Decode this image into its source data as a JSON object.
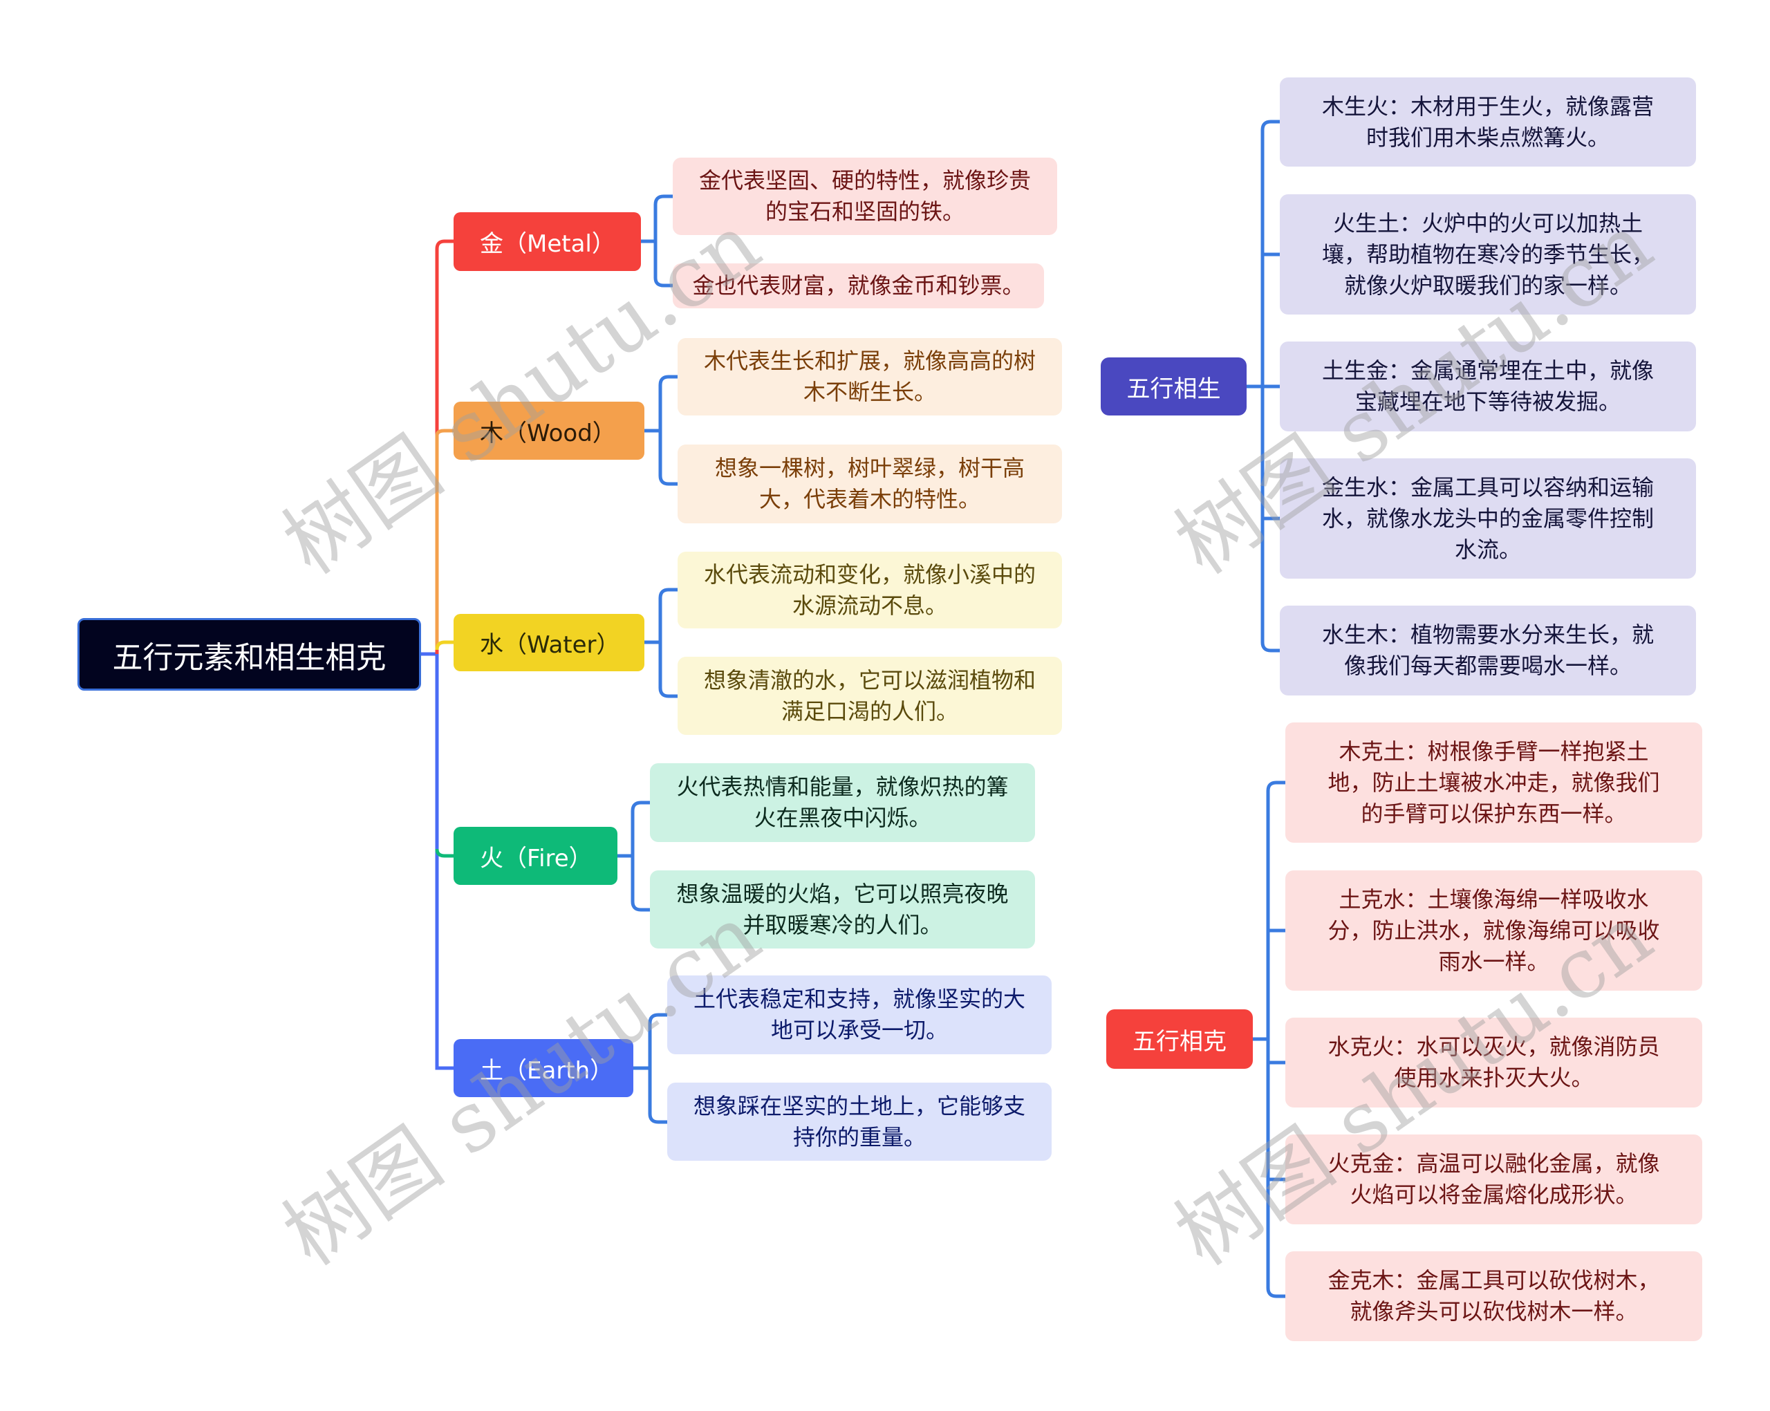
{
  "root": {
    "label": "五行元素和相生相克",
    "bg": "#02041f"
  },
  "branches": [
    {
      "label": "金（Metal）",
      "color": "#f5413c",
      "text_color": "#ffffff",
      "leaf_bg": "#fde0df",
      "leaf_text": "#6b1414",
      "leaves": [
        "金代表坚固、硬的特性，就像珍贵的宝石和坚固的铁。",
        "金也代表财富，就像金币和钞票。"
      ]
    },
    {
      "label": "木（Wood）",
      "color": "#f4a04c",
      "text_color": "#2a1a08",
      "leaf_bg": "#fdeedf",
      "leaf_text": "#7a3e08",
      "leaves": [
        "木代表生长和扩展，就像高高的树木不断生长。",
        "想象一棵树，树叶翠绿，树干高大，代表着木的特性。"
      ]
    },
    {
      "label": "水（Water）",
      "color": "#f2d323",
      "text_color": "#2a2a08",
      "leaf_bg": "#fcf7d6",
      "leaf_text": "#5a4a0c",
      "leaves": [
        "水代表流动和变化，就像小溪中的水源流动不息。",
        "想象清澈的水，它可以滋润植物和满足口渴的人们。"
      ]
    },
    {
      "label": "火（Fire）",
      "color": "#0eba78",
      "text_color": "#ffffff",
      "leaf_bg": "#ccf2e3",
      "leaf_text": "#0c2a1e",
      "leaves": [
        "火代表热情和能量，就像炽热的篝火在黑夜中闪烁。",
        "想象温暖的火焰，它可以照亮夜晚并取暖寒冷的人们。"
      ]
    },
    {
      "label": "土（Earth）",
      "color": "#4a6cf5",
      "text_color": "#ffffff",
      "leaf_bg": "#dce2fb",
      "leaf_text": "#0c1a6a",
      "leaves": [
        "土代表稳定和支持，就像坚实的大地可以承受一切。",
        "想象踩在坚实的土地上，它能够支持你的重量。"
      ]
    }
  ],
  "generating": {
    "label": "五行相生",
    "color": "#4a48c0",
    "leaf_bg": "#dedcf2",
    "leaf_text": "#14143a",
    "leaves": [
      "木生火：木材用于生火，就像露营时我们用木柴点燃篝火。",
      "火生土：火炉中的火可以加热土壤，帮助植物在寒冷的季节生长，就像火炉取暖我们的家一样。",
      "土生金：金属通常埋在土中，就像宝藏埋在地下等待被发掘。",
      "金生水：金属工具可以容纳和运输水，就像水龙头中的金属零件控制水流。",
      "水生木：植物需要水分来生长，就像我们每天都需要喝水一样。"
    ]
  },
  "overcoming": {
    "label": "五行相克",
    "color": "#f5413c",
    "leaf_bg": "#fde0df",
    "leaf_text": "#6b1414",
    "leaves": [
      "木克土：树根像手臂一样抱紧土地，防止土壤被水冲走，就像我们的手臂可以保护东西一样。",
      "土克水：土壤像海绵一样吸收水分，防止洪水，就像海绵可以吸收雨水一样。",
      "水克火：水可以灭火，就像消防员使用水来扑灭大火。",
      "火克金：高温可以融化金属，就像火焰可以将金属熔化成形状。",
      "金克木：金属工具可以砍伐树木，就像斧头可以砍伐树木一样。"
    ]
  },
  "link_color": "#3a7be0",
  "watermark": "树图 shutu.cn"
}
